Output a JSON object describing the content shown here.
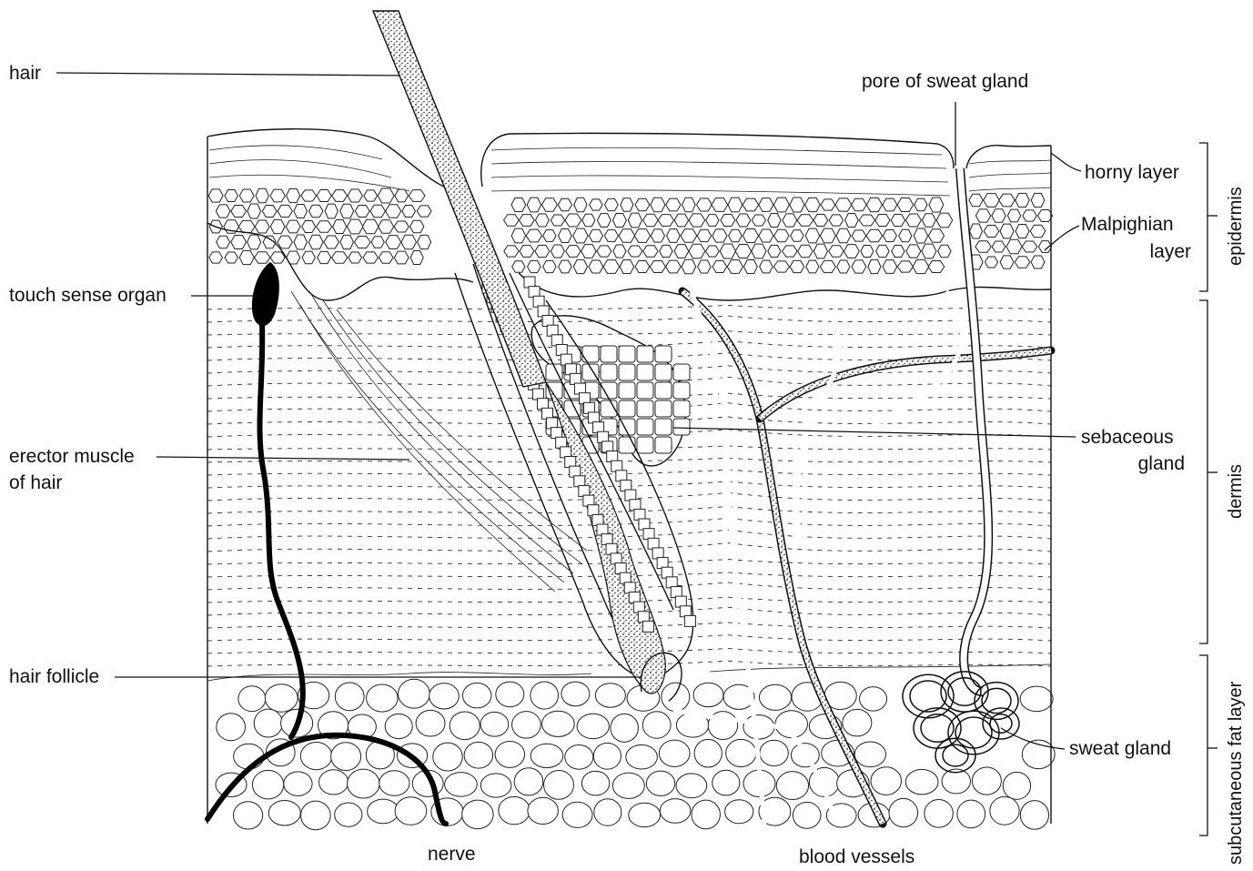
{
  "labels": {
    "hair": "hair",
    "pore": "pore of sweat gland",
    "horny_layer": "horny layer",
    "malpighian_1": "Malpighian",
    "malpighian_2": "layer",
    "touch": "touch sense organ",
    "erector_1": "erector muscle",
    "erector_2": "of hair",
    "sebaceous_1": "sebaceous",
    "sebaceous_2": "gland",
    "hair_follicle": "hair follicle",
    "sweat_gland": "sweat gland",
    "nerve": "nerve",
    "blood_vessels": "blood vessels"
  },
  "layers": {
    "epidermis": "epidermis",
    "dermis": "dermis",
    "subcutaneous": "subcutaneous fat layer"
  }
}
